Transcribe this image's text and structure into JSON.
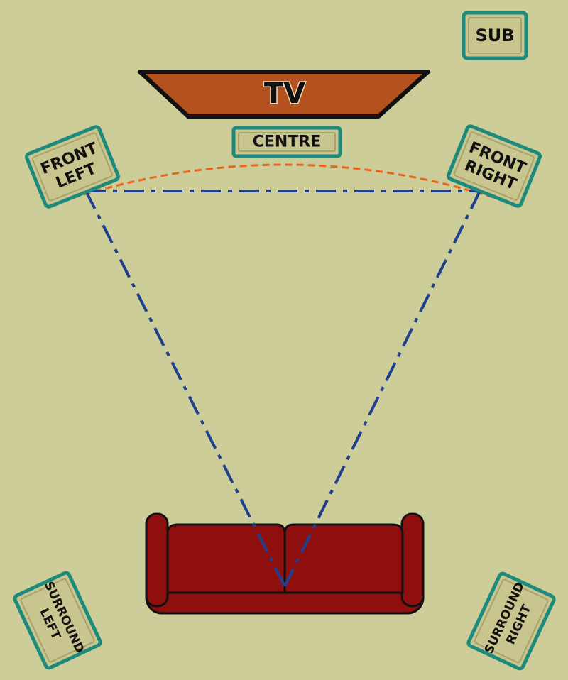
{
  "room": {
    "tv_label": "TV",
    "speakers": {
      "sub": "SUB",
      "centre": "CENTRE",
      "front_left": [
        "FRONT",
        "LEFT"
      ],
      "front_right": [
        "FRONT",
        "RIGHT"
      ],
      "surround_left": [
        "SURROUND",
        "LEFT"
      ],
      "surround_right": [
        "SURROUND",
        "RIGHT"
      ]
    }
  },
  "colors": {
    "background": "#cdcd9a",
    "speaker_fill": "#c9c58e",
    "speaker_border": "#1d8a7c",
    "tv_fill": "#b4521f",
    "tv_border": "#111111",
    "sofa_fill": "#8f0f0f",
    "sofa_border": "#111111",
    "triangle_line": "#1f3f8f",
    "arc_line": "#e8651c"
  }
}
